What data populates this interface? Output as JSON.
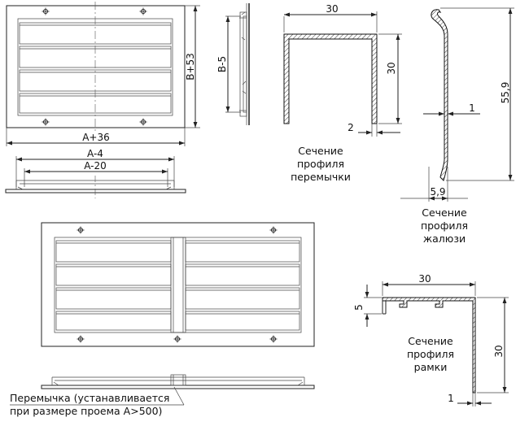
{
  "dimensions": {
    "a_plus_36": "A+36",
    "b_plus_53": "B+53",
    "b_minus_5": "B-5",
    "a_minus_4": "A-4",
    "a_minus_20": "A-20",
    "crossbar_width": "30",
    "crossbar_height": "30",
    "crossbar_thickness": "2",
    "louver_height": "55,9",
    "louver_thickness": "1",
    "louver_depth": "5,9",
    "frame_width": "30",
    "frame_lip": "5",
    "frame_height": "30",
    "frame_thickness": "1"
  },
  "captions": {
    "crossbar_profile": [
      "Сечение",
      "профиля",
      "перемычки"
    ],
    "louver_profile": [
      "Сечение",
      "профиля",
      "жалюзи"
    ],
    "frame_profile": [
      "Сечение",
      "профиля",
      "рамки"
    ],
    "crossbar_note": [
      "Перемычка (устанавливается",
      "при размере проема А>500)"
    ]
  }
}
